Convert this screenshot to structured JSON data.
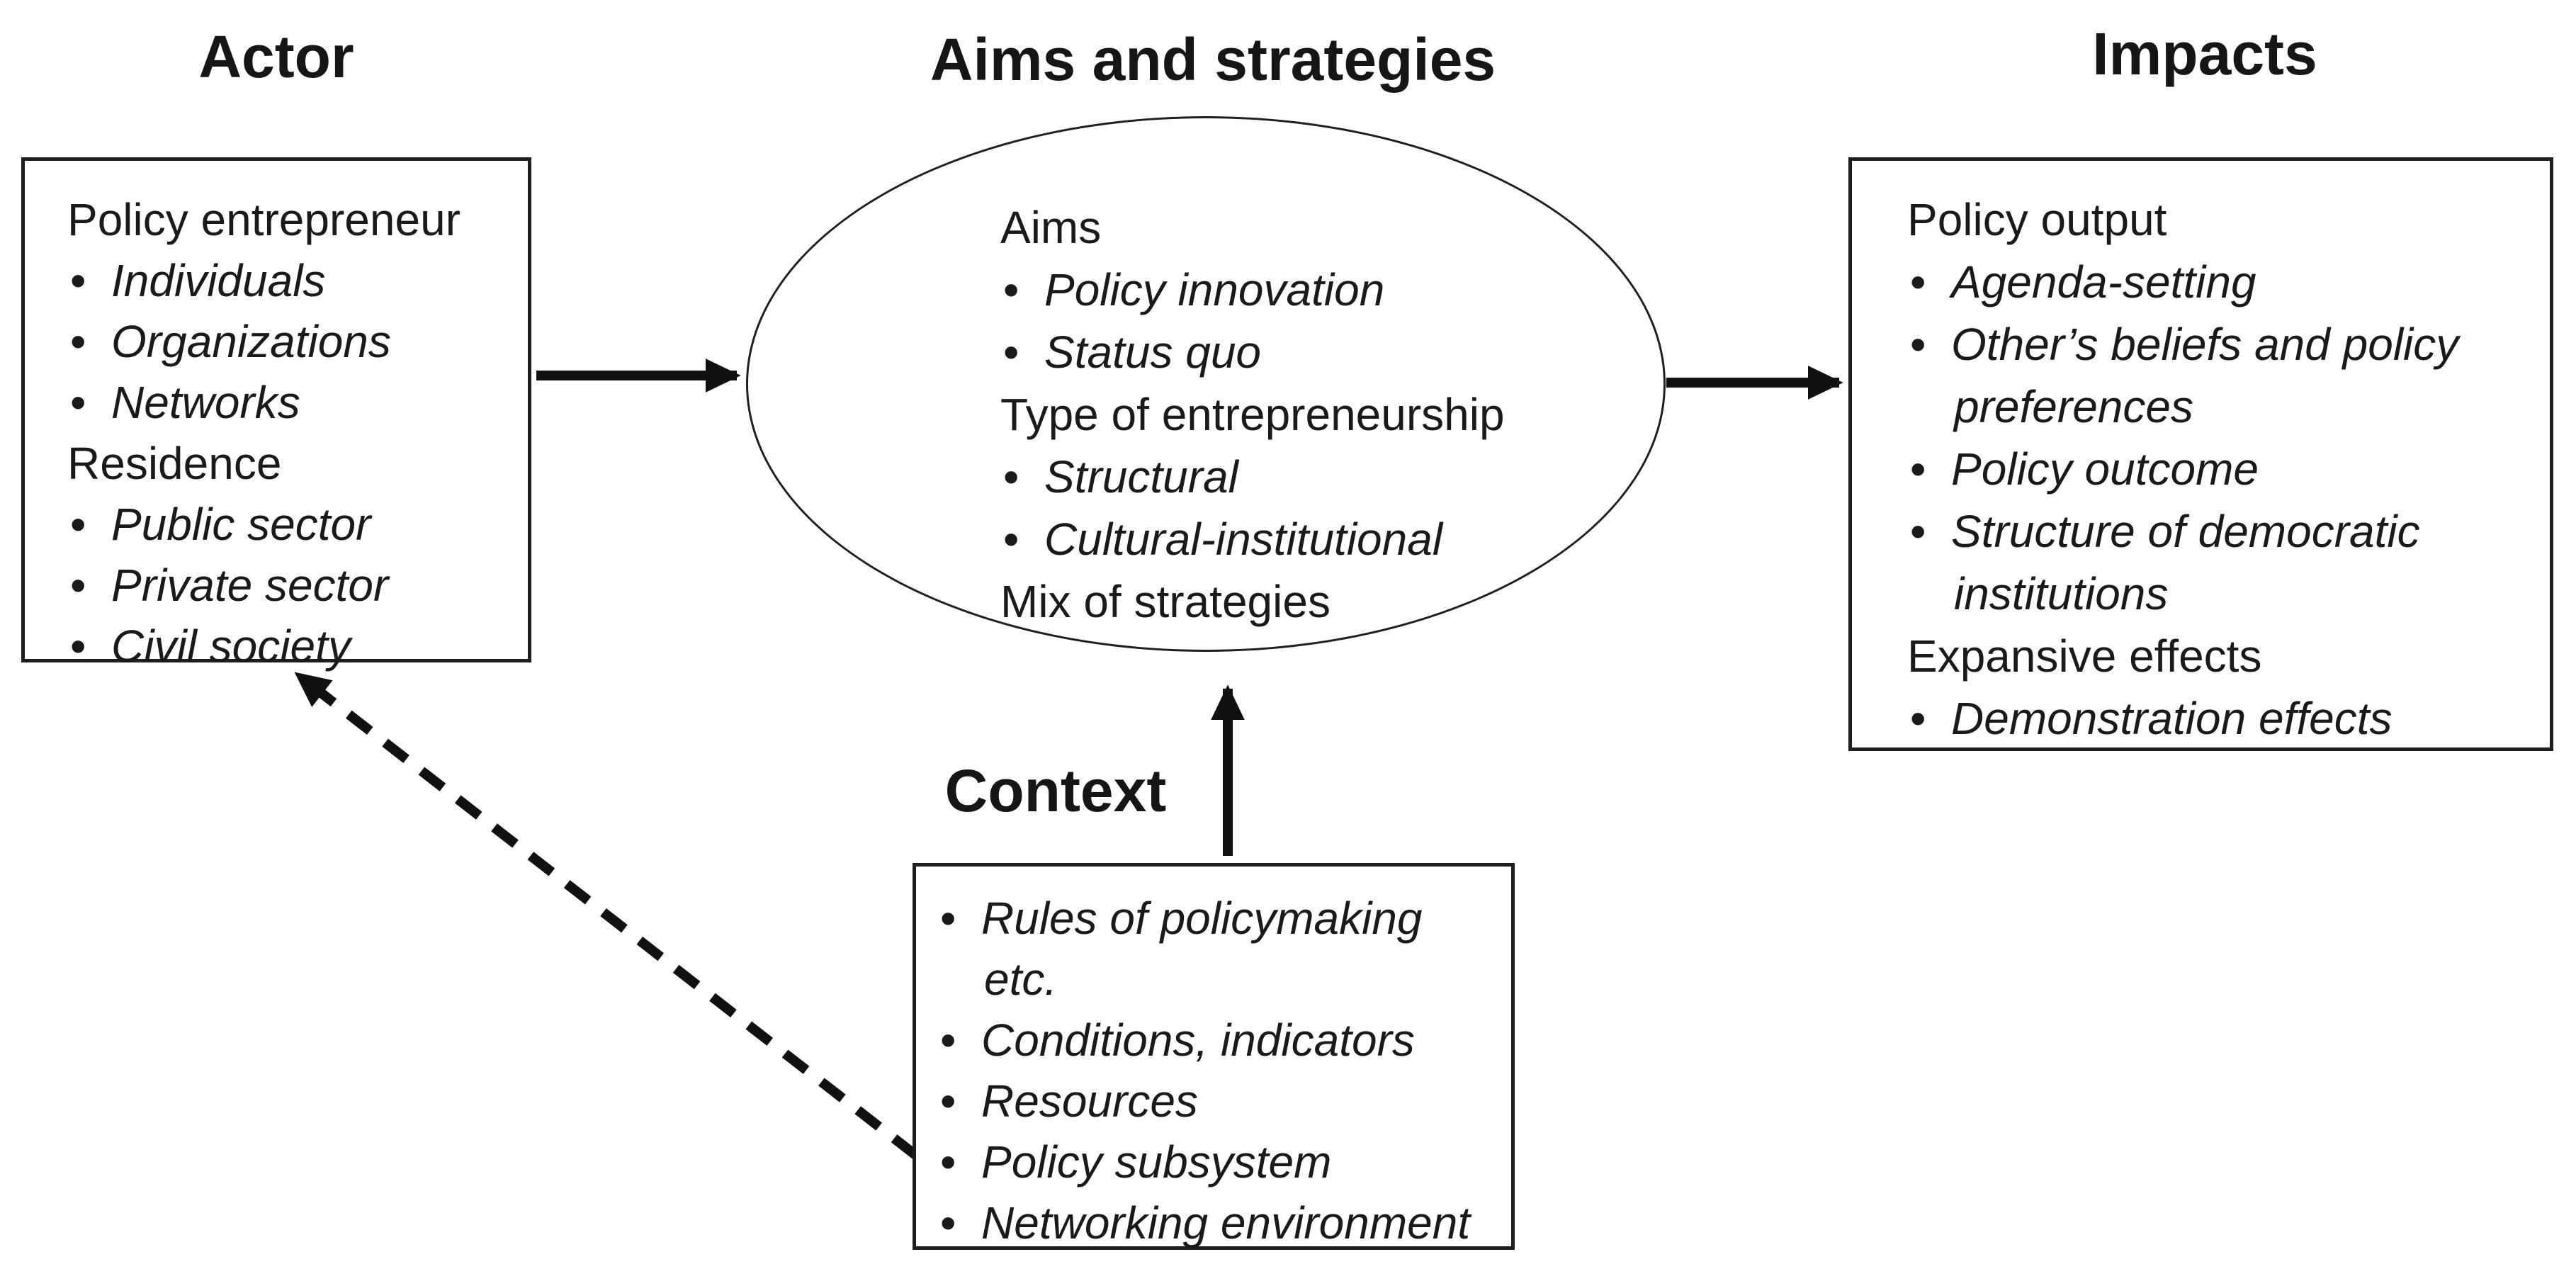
{
  "colors": {
    "ink": "#1a1a1a",
    "background": "#ffffff"
  },
  "bullet_glyph": "•",
  "nodes": {
    "actor": {
      "title": "Actor",
      "lines": [
        {
          "style": "plain",
          "text": "Policy entrepreneur"
        },
        {
          "style": "bullet",
          "text": "Individuals"
        },
        {
          "style": "bullet",
          "text": "Organizations"
        },
        {
          "style": "bullet",
          "text": "Networks"
        },
        {
          "style": "plain",
          "text": "Residence"
        },
        {
          "style": "bullet",
          "text": "Public sector"
        },
        {
          "style": "bullet",
          "text": "Private sector"
        },
        {
          "style": "bullet",
          "text": "Civil society"
        }
      ]
    },
    "aims": {
      "title": "Aims and strategies",
      "lines": [
        {
          "style": "plain",
          "text": "Aims"
        },
        {
          "style": "bullet",
          "text": "Policy innovation"
        },
        {
          "style": "bullet",
          "text": "Status quo"
        },
        {
          "style": "plain",
          "text": "Type of entrepreneurship"
        },
        {
          "style": "bullet",
          "text": "Structural"
        },
        {
          "style": "bullet",
          "text": "Cultural-institutional"
        },
        {
          "style": "plain",
          "text": "Mix of strategies"
        }
      ]
    },
    "impacts": {
      "title": "Impacts",
      "lines": [
        {
          "style": "plain",
          "text": "Policy output"
        },
        {
          "style": "bullet",
          "text": "Agenda-setting"
        },
        {
          "style": "bullet",
          "text": "Other’s beliefs and policy"
        },
        {
          "style": "cont",
          "text": "preferences"
        },
        {
          "style": "bullet",
          "text": "Policy outcome"
        },
        {
          "style": "bullet",
          "text": "Structure of democratic"
        },
        {
          "style": "cont",
          "text": "institutions"
        },
        {
          "style": "plain",
          "text": "Expansive effects"
        },
        {
          "style": "bullet",
          "text": "Demonstration effects"
        }
      ]
    },
    "context": {
      "title": "Context",
      "lines": [
        {
          "style": "bullet",
          "text": "Rules of policymaking"
        },
        {
          "style": "cont",
          "text": "etc."
        },
        {
          "style": "bullet",
          "text": "Conditions, indicators"
        },
        {
          "style": "bullet",
          "text": "Resources"
        },
        {
          "style": "bullet",
          "text": "Policy subsystem"
        },
        {
          "style": "bullet",
          "text": "Networking environment"
        }
      ]
    }
  },
  "arrows": [
    {
      "name": "actor-to-aims",
      "style": "solid"
    },
    {
      "name": "aims-to-impacts",
      "style": "solid"
    },
    {
      "name": "context-to-aims",
      "style": "solid"
    },
    {
      "name": "context-to-actor",
      "style": "dashed"
    }
  ]
}
